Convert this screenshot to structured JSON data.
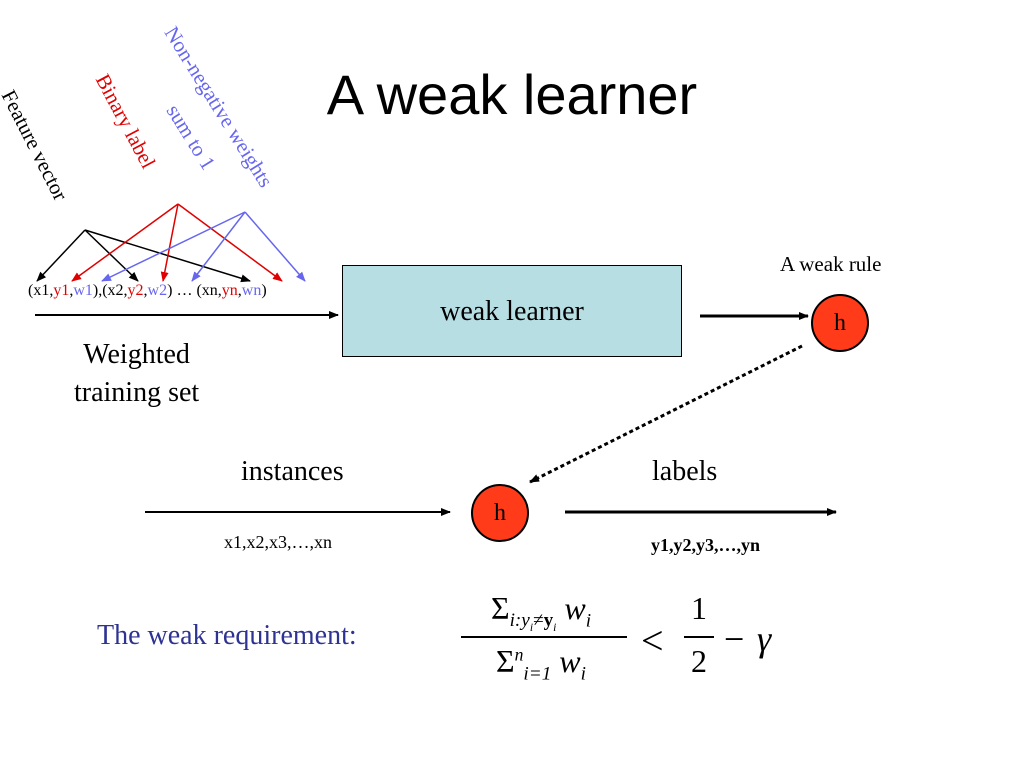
{
  "title": "A weak learner",
  "annotations": {
    "feature_vector": "Feature vector",
    "binary_label": "Binary label",
    "weights_line1": "Non-negative weights",
    "weights_line2": "sum to 1"
  },
  "tuple": {
    "open1": "(x1,",
    "y1": "y1",
    "c1": ",",
    "w1": "w1",
    "mid1": "),(x2,",
    "y2": "y2",
    "c2": ",",
    "w2": "w2",
    "mid2": ") … (xn,",
    "yn": "yn",
    "c3": ",",
    "wn": "wn",
    "close": ")"
  },
  "weighted_training_set": {
    "line1": "Weighted",
    "line2": "training set"
  },
  "learner_box": "weak learner",
  "weak_rule_label": "A weak rule",
  "h_label": "h",
  "instances_label": "instances",
  "labels_label": "labels",
  "instances_seq": "x1,x2,x3,…,xn",
  "labels_seq": "y1,y2,y3,…,yn",
  "requirement": "The weak requirement:",
  "formula": {
    "num_prefix": "Σ",
    "num_sub": "i:y",
    "num_sub2": "i",
    "num_neq": "≠",
    "num_bold": "y",
    "num_sub3": "i",
    "num_w": " w",
    "num_wi": "i",
    "den_prefix": "Σ",
    "den_sub": "i=1",
    "den_sup": "n",
    "den_w": " w",
    "den_wi": "i",
    "lt": "<",
    "half_num": "1",
    "half_den": "2",
    "minus": "−",
    "gamma": "γ"
  },
  "colors": {
    "feature": "#000000",
    "label": "#e00000",
    "weight": "#6666ee",
    "box_fill": "#b7dfe3",
    "h_fill": "#ff3b1a",
    "requirement_text": "#2e3392"
  }
}
